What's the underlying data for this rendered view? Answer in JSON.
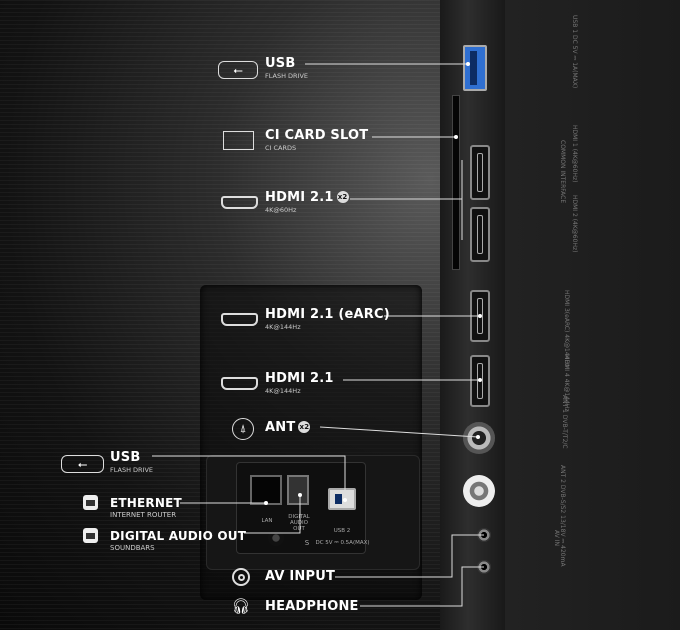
{
  "labels": {
    "usb_top": {
      "title": "USB",
      "subtitle": "FLASH DRIVE",
      "icon": "usb-icon"
    },
    "ci_card": {
      "title": "CI CARD SLOT",
      "subtitle": "CI CARDS",
      "icon": "card-slot-icon"
    },
    "hdmi_60": {
      "title": "HDMI 2.1",
      "badge": "x2",
      "subtitle": "4K@60Hz",
      "icon": "hdmi-icon"
    },
    "hdmi_earc": {
      "title": "HDMI 2.1 (eARC)",
      "subtitle": "4K@144Hz",
      "icon": "hdmi-icon"
    },
    "hdmi_144": {
      "title": "HDMI 2.1",
      "subtitle": "4K@144Hz",
      "icon": "hdmi-icon"
    },
    "ant": {
      "title": "ANT",
      "badge": "x2",
      "icon": "antenna-icon"
    },
    "usb_bottom": {
      "title": "USB",
      "subtitle": "FLASH DRIVE",
      "icon": "usb-icon"
    },
    "ethernet": {
      "title": "ETHERNET",
      "subtitle": "INTERNET ROUTER",
      "icon": "ethernet-icon"
    },
    "digital_audio": {
      "title": "DIGITAL AUDIO OUT",
      "subtitle": "SOUNDBARS",
      "icon": "ethernet-icon"
    },
    "av_input": {
      "title": "AV INPUT",
      "icon": "av-input-icon"
    },
    "headphone": {
      "title": "HEADPHONE",
      "icon": "headphone-icon"
    }
  },
  "plate": {
    "lan": "LAN",
    "digital_audio_out": "DIGITAL AUDIO OUT",
    "usb2": "USB 2",
    "usb2_power": "DC 5V ⎓ 0.5A(MAX)",
    "screw": "S"
  },
  "panel_print": {
    "usb1": "USB 1  DC 5V ⎓ 1A(MAX)",
    "ci": "COMMON INTERFACE",
    "hdmi1": "HDMI 1 (4K@60Hz)",
    "hdmi2": "HDMI 2 (4K@60Hz)",
    "hdmi3": "HDMI 3(eARC) 4K@144Hz",
    "hdmi4": "HDMI 4 4K@144Hz",
    "ant1": "ANT 1 DVB-T/T2/C",
    "ant2": "ANT 2 DVB-S/S2 13/18V ⎓ 420mA",
    "avin": "AV IN"
  },
  "colors": {
    "usb_port": "#2f6fd1",
    "background": "#121212",
    "text": "#ffffff"
  }
}
